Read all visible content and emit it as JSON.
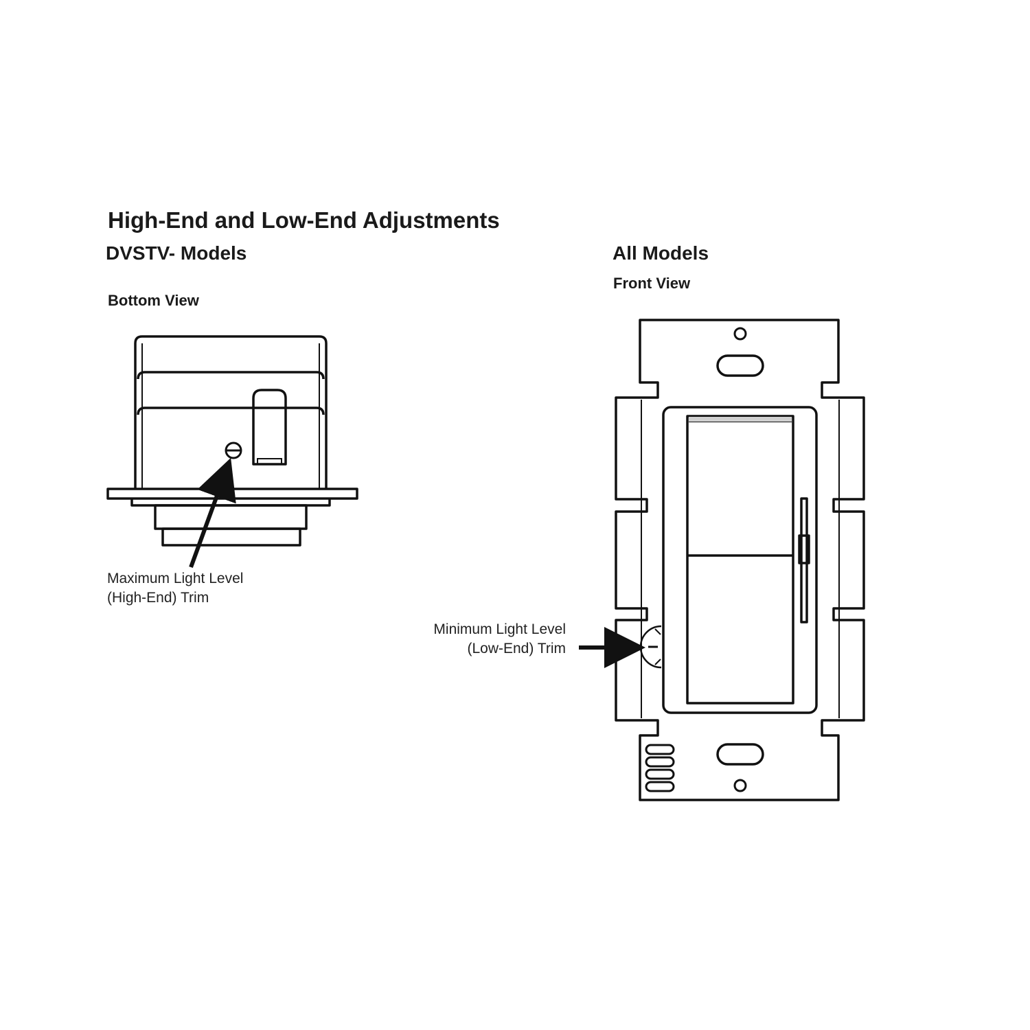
{
  "title": "High-End and Low-End Adjustments",
  "left": {
    "heading": "DVSTV- Models",
    "view": "Bottom View",
    "callout_line1": "Maximum Light Level",
    "callout_line2": "(High-End) Trim"
  },
  "right": {
    "heading": "All Models",
    "view": "Front View",
    "callout_line1": "Minimum Light Level",
    "callout_line2": "(Low-End) Trim"
  }
}
